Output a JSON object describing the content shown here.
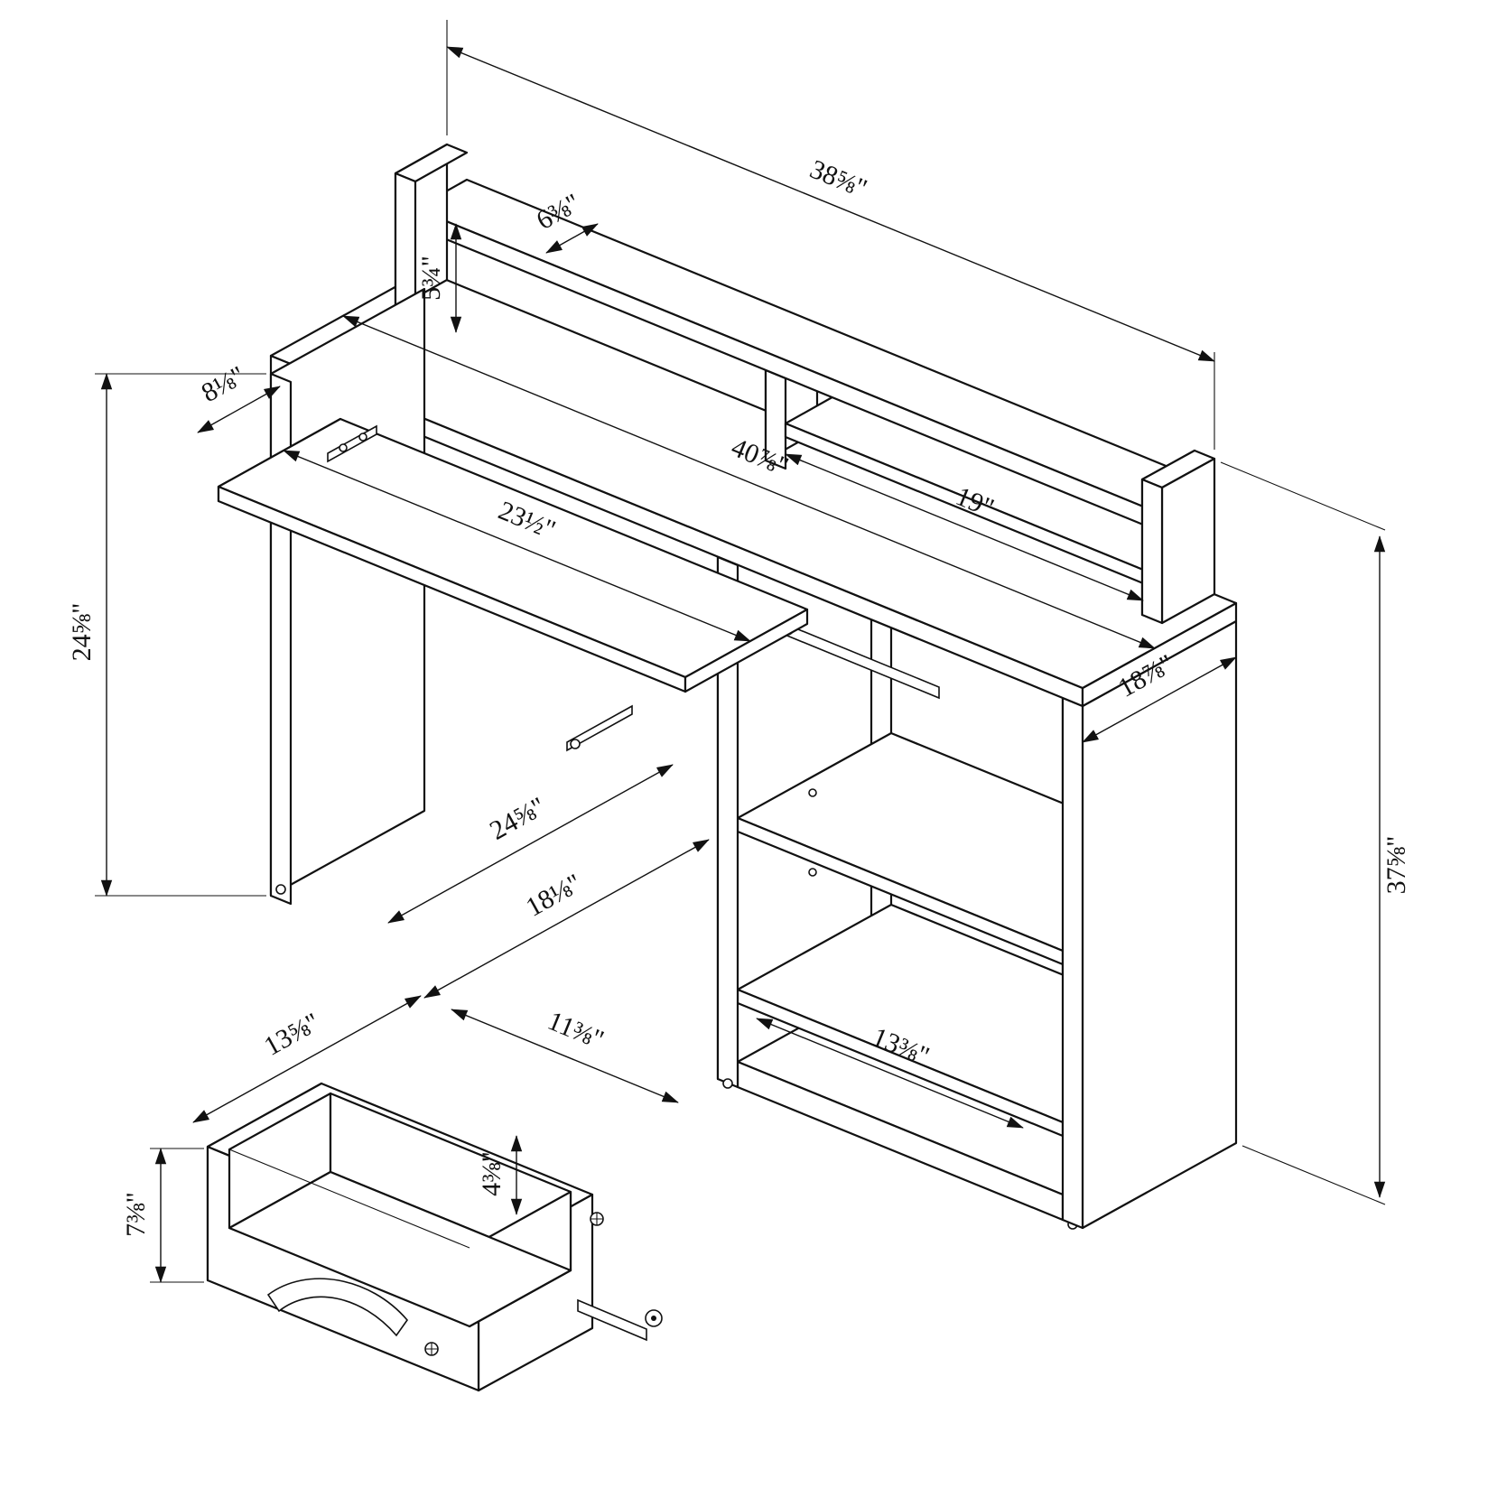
{
  "drawing": {
    "type": "isometric dimensioned line drawing",
    "subject": "computer desk with hutch, pull-out keyboard shelf, open storage pedestal and removable drawer",
    "units": "inches",
    "line_color": "#111111",
    "background": "#ffffff"
  },
  "dims": {
    "hutch_width": "38⅝\"",
    "hutch_shelf_depth": "6⅜\"",
    "hutch_height": "5¾\"",
    "tray_extension": "8⅛\"",
    "desktop_width": "40⅞\"",
    "hutch_compartment_width": "19\"",
    "keyboard_tray_width": "23½\"",
    "side_panel_height": "24⅝\"",
    "tray_total_depth": "24⅝\"",
    "tray_opening_width": "18⅛\"",
    "desk_depth": "18⅞\"",
    "overall_height": "37⅝\"",
    "cabinet_shelf_width": "13⅜\"",
    "drawer_depth": "13⅝\"",
    "drawer_inner_width": "11⅜\"",
    "drawer_inner_height": "4⅜\"",
    "drawer_front_height": "7⅜\""
  }
}
